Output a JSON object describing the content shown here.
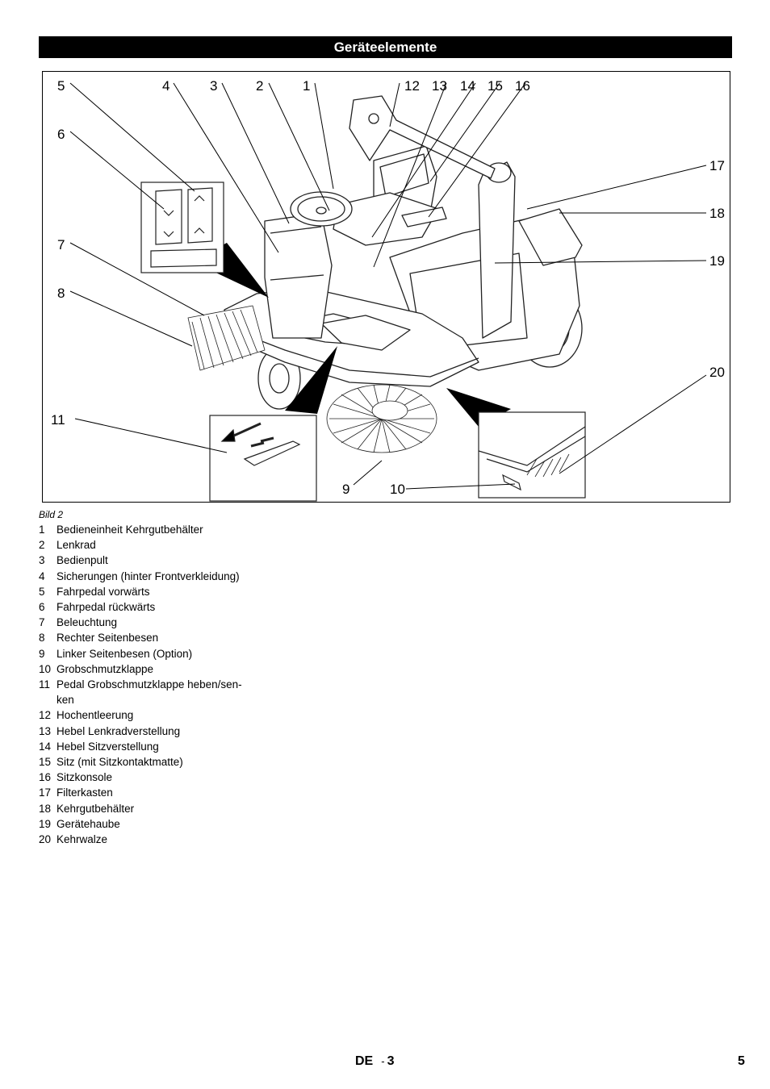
{
  "header": {
    "title": "Geräteelemente"
  },
  "figure": {
    "callouts": [
      "1",
      "2",
      "3",
      "4",
      "5",
      "6",
      "7",
      "8",
      "9",
      "10",
      "11",
      "12",
      "13",
      "14",
      "15",
      "16",
      "17",
      "18",
      "19",
      "20"
    ],
    "caption": "Bild 2"
  },
  "legend": [
    {
      "num": "1",
      "text": "Bedieneinheit Kehrgutbehälter"
    },
    {
      "num": "2",
      "text": "Lenkrad"
    },
    {
      "num": "3",
      "text": "Bedienpult"
    },
    {
      "num": "4",
      "text": "Sicherungen (hinter Frontverkleidung)"
    },
    {
      "num": "5",
      "text": "Fahrpedal vorwärts"
    },
    {
      "num": "6",
      "text": "Fahrpedal rückwärts"
    },
    {
      "num": "7",
      "text": "Beleuchtung"
    },
    {
      "num": "8",
      "text": "Rechter Seitenbesen"
    },
    {
      "num": "9",
      "text": "Linker Seitenbesen (Option)"
    },
    {
      "num": "10",
      "text": "Grobschmutzklappe"
    },
    {
      "num": "11",
      "text": "Pedal Grobschmutzklappe heben/sen-ken"
    },
    {
      "num": "12",
      "text": "Hochentleerung"
    },
    {
      "num": "13",
      "text": "Hebel Lenkradverstellung"
    },
    {
      "num": "14",
      "text": "Hebel Sitzverstellung"
    },
    {
      "num": "15",
      "text": "Sitz (mit Sitzkontaktmatte)"
    },
    {
      "num": "16",
      "text": "Sitzkonsole"
    },
    {
      "num": "17",
      "text": "Filterkasten"
    },
    {
      "num": "18",
      "text": "Kehrgutbehälter"
    },
    {
      "num": "19",
      "text": "Gerätehaube"
    },
    {
      "num": "20",
      "text": "Kehrwalze"
    }
  ],
  "footer": {
    "language": "DE",
    "separator": "-",
    "section_page": "3",
    "page_number": "5"
  }
}
